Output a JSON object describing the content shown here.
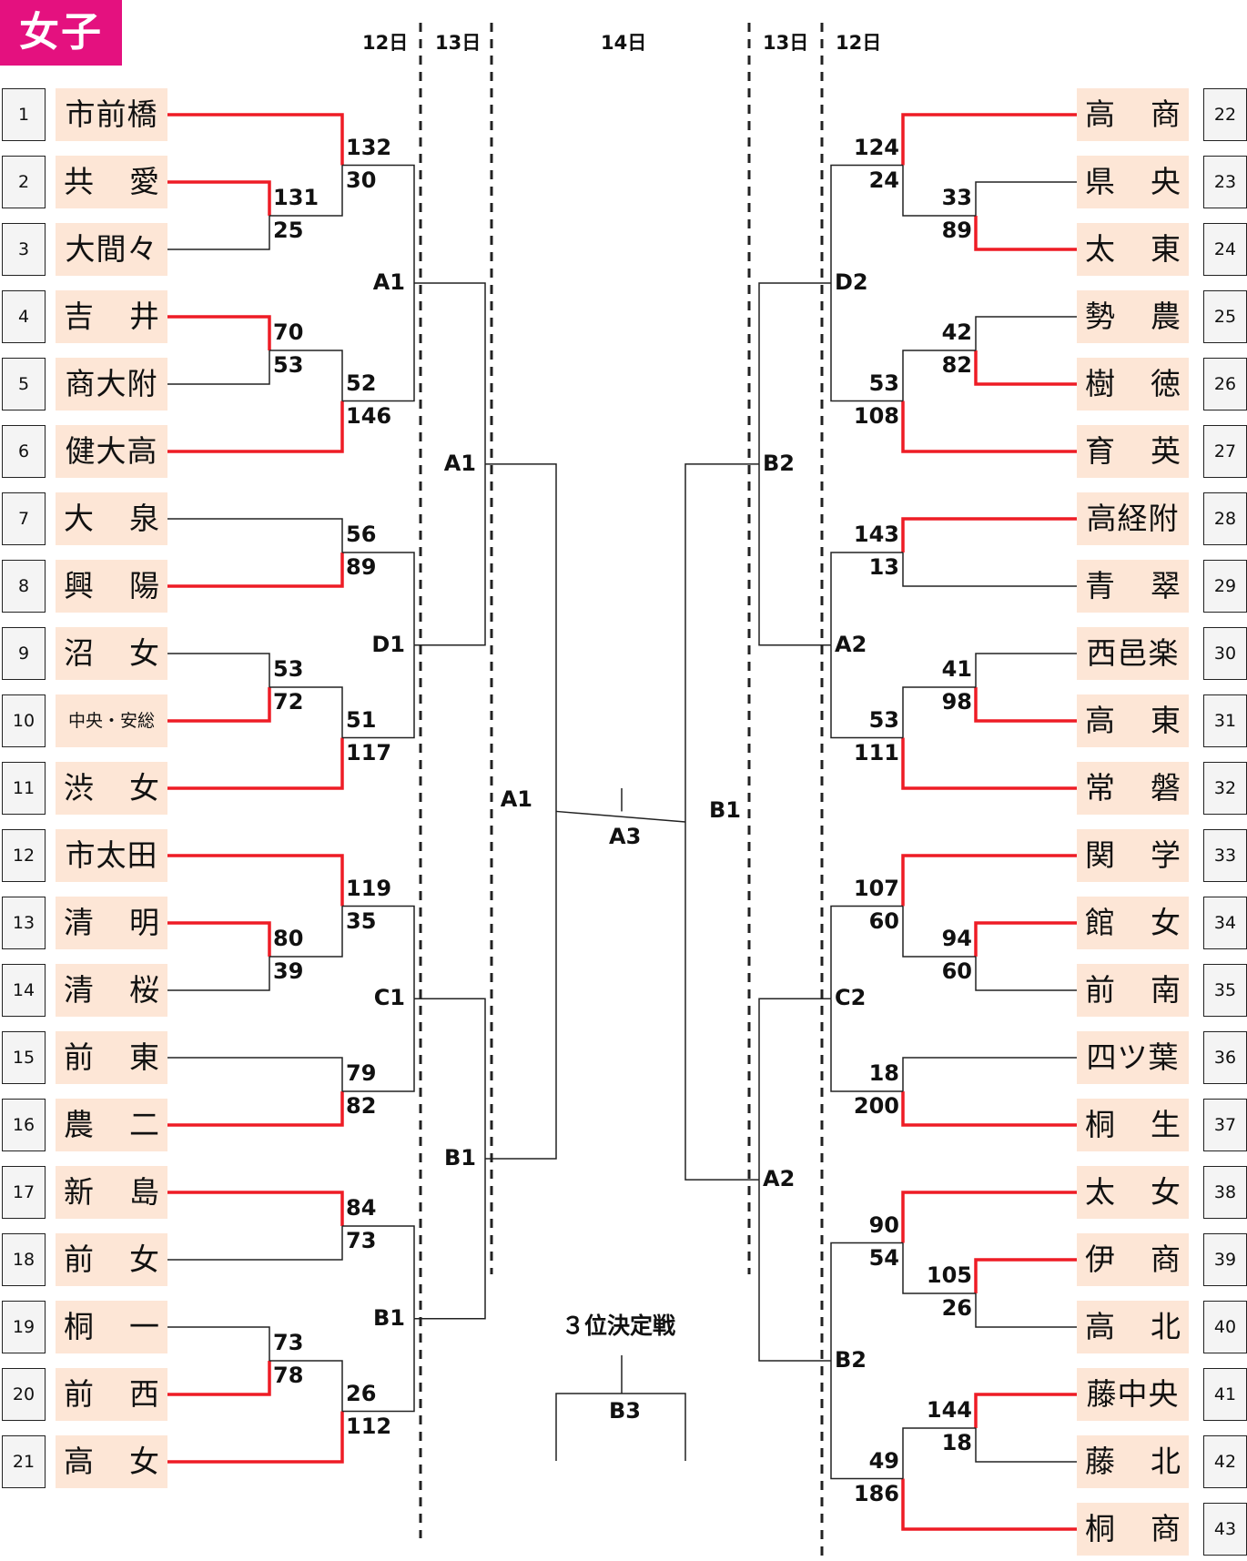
{
  "title": "女子",
  "days": {
    "d12": "12日",
    "d13": "13日",
    "d14": "14日"
  },
  "third_place": {
    "title": "３位決定戦",
    "label": "B3"
  },
  "final_label": "A3",
  "colors": {
    "win": "#ee1c25",
    "line": "#222222",
    "badge": "#e4117f",
    "name_bg": "#fde6d6"
  },
  "left_teams": [
    {
      "no": "1",
      "name": "市前橋"
    },
    {
      "no": "2",
      "name": "共愛"
    },
    {
      "no": "3",
      "name": "大間々"
    },
    {
      "no": "4",
      "name": "吉井"
    },
    {
      "no": "5",
      "name": "商大附"
    },
    {
      "no": "6",
      "name": "健大高"
    },
    {
      "no": "7",
      "name": "大泉"
    },
    {
      "no": "8",
      "name": "興陽"
    },
    {
      "no": "9",
      "name": "沼女"
    },
    {
      "no": "10",
      "name": "中央・安総"
    },
    {
      "no": "11",
      "name": "渋女"
    },
    {
      "no": "12",
      "name": "市太田"
    },
    {
      "no": "13",
      "name": "清明"
    },
    {
      "no": "14",
      "name": "清桜"
    },
    {
      "no": "15",
      "name": "前東"
    },
    {
      "no": "16",
      "name": "農二"
    },
    {
      "no": "17",
      "name": "新島"
    },
    {
      "no": "18",
      "name": "前女"
    },
    {
      "no": "19",
      "name": "桐一"
    },
    {
      "no": "20",
      "name": "前西"
    },
    {
      "no": "21",
      "name": "高女"
    }
  ],
  "right_teams": [
    {
      "no": "22",
      "name": "高商"
    },
    {
      "no": "23",
      "name": "県央"
    },
    {
      "no": "24",
      "name": "太東"
    },
    {
      "no": "25",
      "name": "勢農"
    },
    {
      "no": "26",
      "name": "樹徳"
    },
    {
      "no": "27",
      "name": "育英"
    },
    {
      "no": "28",
      "name": "高経附"
    },
    {
      "no": "29",
      "name": "青翠"
    },
    {
      "no": "30",
      "name": "西邑楽"
    },
    {
      "no": "31",
      "name": "高東"
    },
    {
      "no": "32",
      "name": "常磐"
    },
    {
      "no": "33",
      "name": "関学"
    },
    {
      "no": "34",
      "name": "館女"
    },
    {
      "no": "35",
      "name": "前南"
    },
    {
      "no": "36",
      "name": "四ツ葉"
    },
    {
      "no": "37",
      "name": "桐生"
    },
    {
      "no": "38",
      "name": "太女"
    },
    {
      "no": "39",
      "name": "伊商"
    },
    {
      "no": "40",
      "name": "高北"
    },
    {
      "no": "41",
      "name": "藤中央"
    },
    {
      "no": "42",
      "name": "藤北"
    },
    {
      "no": "43",
      "name": "桐商"
    }
  ],
  "left_scores": [
    {
      "top": "131",
      "bottom": "25"
    },
    {
      "top": "132",
      "bottom": "30"
    },
    {
      "top": "70",
      "bottom": "53"
    },
    {
      "top": "52",
      "bottom": "146"
    },
    {
      "top": "56",
      "bottom": "89"
    },
    {
      "top": "53",
      "bottom": "72"
    },
    {
      "top": "51",
      "bottom": "117"
    },
    {
      "top": "80",
      "bottom": "39"
    },
    {
      "top": "119",
      "bottom": "35"
    },
    {
      "top": "79",
      "bottom": "82"
    },
    {
      "top": "84",
      "bottom": "73"
    },
    {
      "top": "73",
      "bottom": "78"
    },
    {
      "top": "26",
      "bottom": "112"
    }
  ],
  "right_scores": [
    {
      "top": "124",
      "bottom": "24"
    },
    {
      "top": "33",
      "bottom": "89"
    },
    {
      "top": "42",
      "bottom": "82"
    },
    {
      "top": "53",
      "bottom": "108"
    },
    {
      "top": "143",
      "bottom": "13"
    },
    {
      "top": "41",
      "bottom": "98"
    },
    {
      "top": "53",
      "bottom": "111"
    },
    {
      "top": "107",
      "bottom": "60"
    },
    {
      "top": "94",
      "bottom": "60"
    },
    {
      "top": "18",
      "bottom": "200"
    },
    {
      "top": "90",
      "bottom": "54"
    },
    {
      "top": "105",
      "bottom": "26"
    },
    {
      "top": "144",
      "bottom": "18"
    },
    {
      "top": "49",
      "bottom": "186"
    }
  ],
  "court_labels_left": [
    "A1",
    "D1",
    "C1",
    "B1",
    "A1",
    "B1",
    "A1"
  ],
  "court_labels_right": [
    "D2",
    "A2",
    "C2",
    "B2",
    "B2",
    "A2",
    "B1"
  ]
}
